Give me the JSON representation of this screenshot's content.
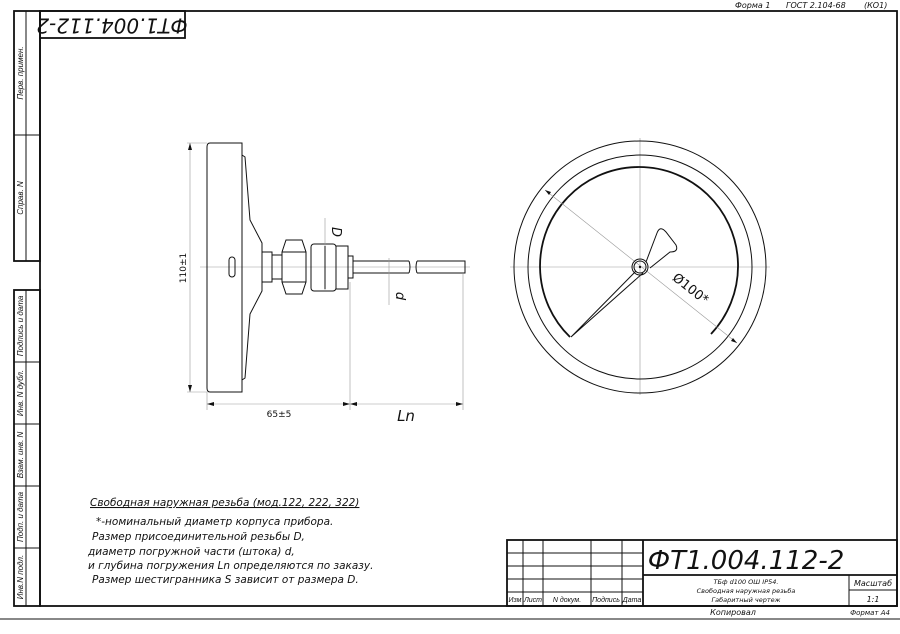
{
  "header": {
    "form": "Форма 1",
    "standard": "ГОСТ 2.104-68",
    "code": "(КО1)"
  },
  "rotated_code": "ФТ1.004.112-2",
  "side_strip": [
    "Перв. примен.",
    "Справ. N",
    "Подпись и дата",
    "Инв. N дубл.",
    "Взам. инв. N",
    "Подп. и дата",
    "Инв.N подл."
  ],
  "drawing": {
    "dim_height": "110±1",
    "dim_length": "65±5",
    "dim_ln": "Ln",
    "label_D": "D",
    "label_d": "d",
    "dim_diameter": "Ø100*"
  },
  "notes": {
    "title": "Свободная наружная резьба (мод.122, 222, 322)",
    "lines": [
      "*-номинальный диаметр корпуса прибора.",
      "Размер присоединительной резьбы D,",
      "диаметр погружной части (штока) d,",
      "и глубина погружения Ln определяются по заказу.",
      "Размер шестигранника S зависит от размера D."
    ]
  },
  "title_block": {
    "designation": "ФТ1.004.112-2",
    "name_lines": [
      "ТБф d100 ОШ IP54.",
      "Свободная наружная резьба",
      "Габаритный чертеж"
    ],
    "scale_label": "Масштаб",
    "scale": "1:1",
    "columns": [
      "Изм",
      "Лист",
      "N докум.",
      "Подпись",
      "Дата"
    ],
    "copied": "Копировал",
    "format": "Формат A4"
  }
}
